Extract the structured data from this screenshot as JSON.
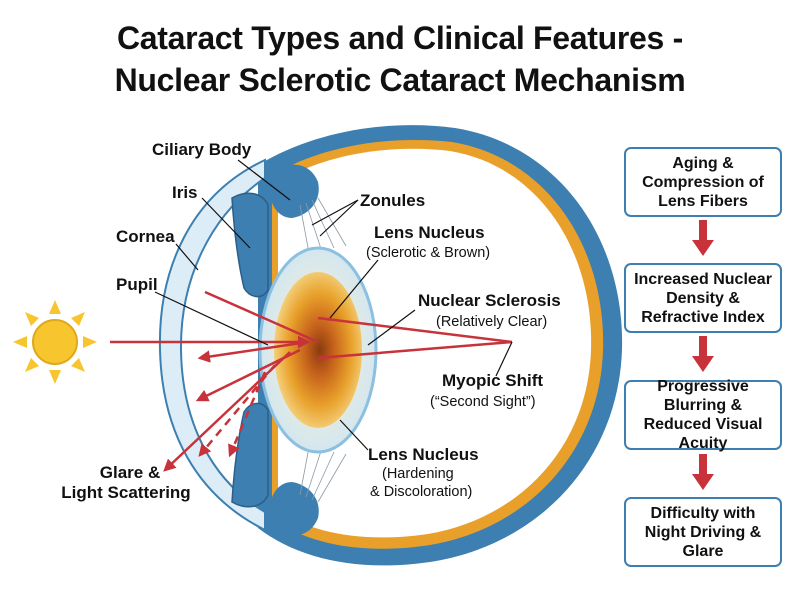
{
  "title": {
    "line1": "Cataract Types and Clinical Features -",
    "line2": "Nuclear Sclerotic Cataract Mechanism"
  },
  "labels": {
    "ciliary_body": "Ciliary Body",
    "iris": "Iris",
    "cornea": "Cornea",
    "pupil": "Pupil",
    "zonules": "Zonules",
    "lens_nucleus_top": "Lens Nucleus",
    "lens_nucleus_top_sub": "(Sclerotic & Brown)",
    "nuclear_sclerosis": "Nuclear Sclerosis",
    "nuclear_sclerosis_sub": "(Relatively Clear)",
    "myopic_shift": "Myopic Shift",
    "myopic_shift_sub": "(“Second Sight”)",
    "lens_nucleus_bottom": "Lens Nucleus",
    "lens_nucleus_bottom_sub1": "(Hardening",
    "lens_nucleus_bottom_sub2": "& Discoloration)",
    "glare_line1": "Glare &",
    "glare_line2": "Light Scattering"
  },
  "flowchart": [
    "Aging & Compression of Lens Fibers",
    "Increased Nuclear Density & Refractive Index",
    "Progressive Blurring & Reduced Visual Acuity",
    "Difficulty with Night Driving & Glare"
  ],
  "colors": {
    "sclera_blue": "#3d7fb0",
    "light_blue": "#dcedf8",
    "nucleus_orange": "#e8a02a",
    "arrow_red": "#c8323a",
    "sun_yellow": "#f7c62f"
  }
}
